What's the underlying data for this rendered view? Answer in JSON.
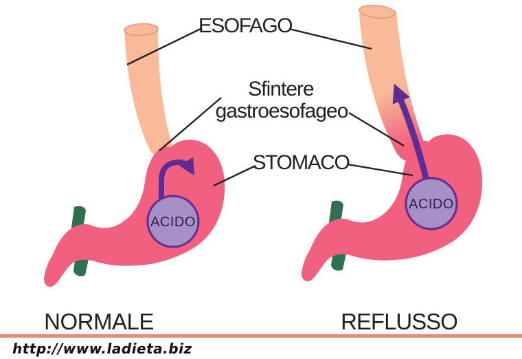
{
  "diagram": {
    "labels": {
      "esophagus": "ESOFAGO",
      "sphincter_line1": "Sfintere",
      "sphincter_line2": "gastroesofageo",
      "stomach": "STOMACO",
      "acid": "ACIDO"
    },
    "panels": {
      "left_caption": "NORMALE",
      "right_caption": "REFLUSSO"
    },
    "footer_url": "http://www.ladieta.biz",
    "colors": {
      "esophagus_fill": "#f8ba98",
      "esophagus_edge": "#df9b7c",
      "stomach_pink": "#f2607f",
      "duodenum_green": "#2d7150",
      "acid_circle_fill": "#a78fc7",
      "acid_circle_border": "#6b2d90",
      "arrow_purple": "#5f2d91",
      "acid_text": "#32204a",
      "label_text": "#231f20",
      "pointer_line": "#231f20",
      "footer_rule": "#e18e73",
      "url_text": "#111111"
    }
  }
}
